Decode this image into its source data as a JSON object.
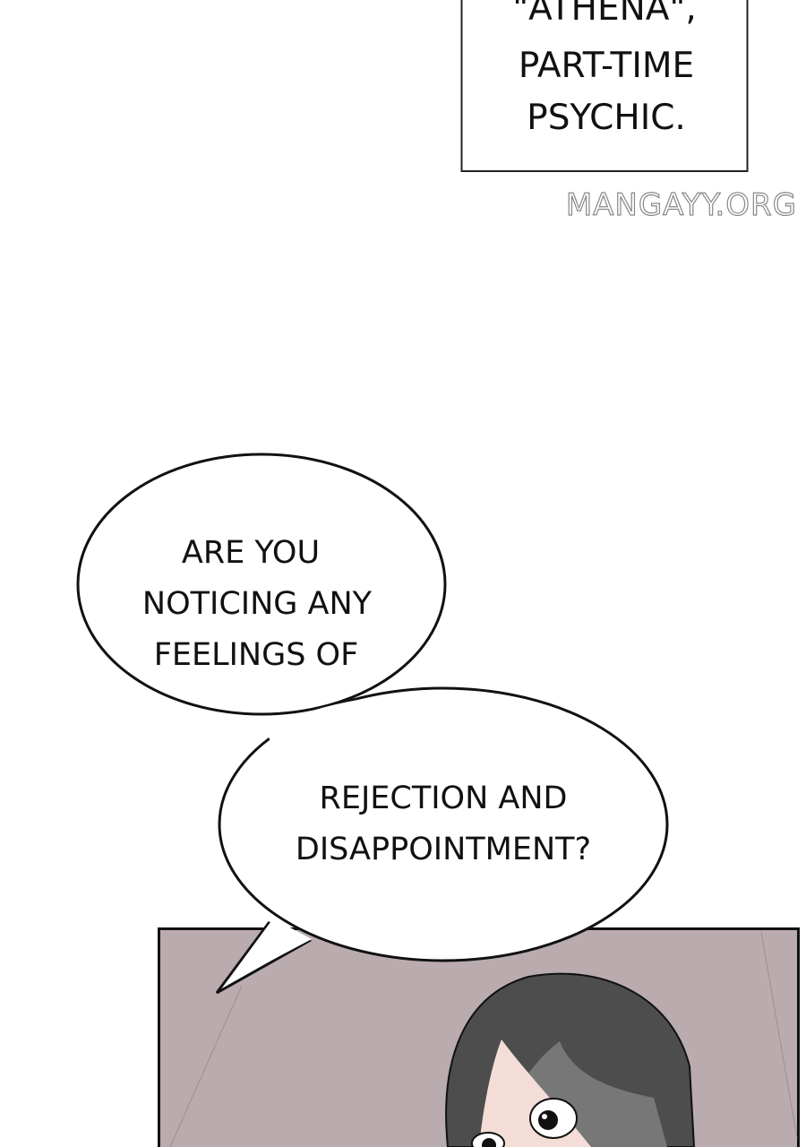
{
  "caption": {
    "lines": [
      "\"ATHENA\",",
      "PART-TIME",
      "PSYCHIC."
    ]
  },
  "watermark": "MANGAYY.ORG",
  "bubble_1": {
    "lines": [
      "ARE YOU",
      "NOTICING ANY",
      "FEELINGS OF"
    ]
  },
  "bubble_2": {
    "lines": [
      "REJECTION AND",
      "DISAPPOINTMENT?"
    ]
  },
  "colors": {
    "panel_bg": "#b9abae",
    "hair": "#4a4a4a",
    "skin": "#f3ddd6"
  }
}
